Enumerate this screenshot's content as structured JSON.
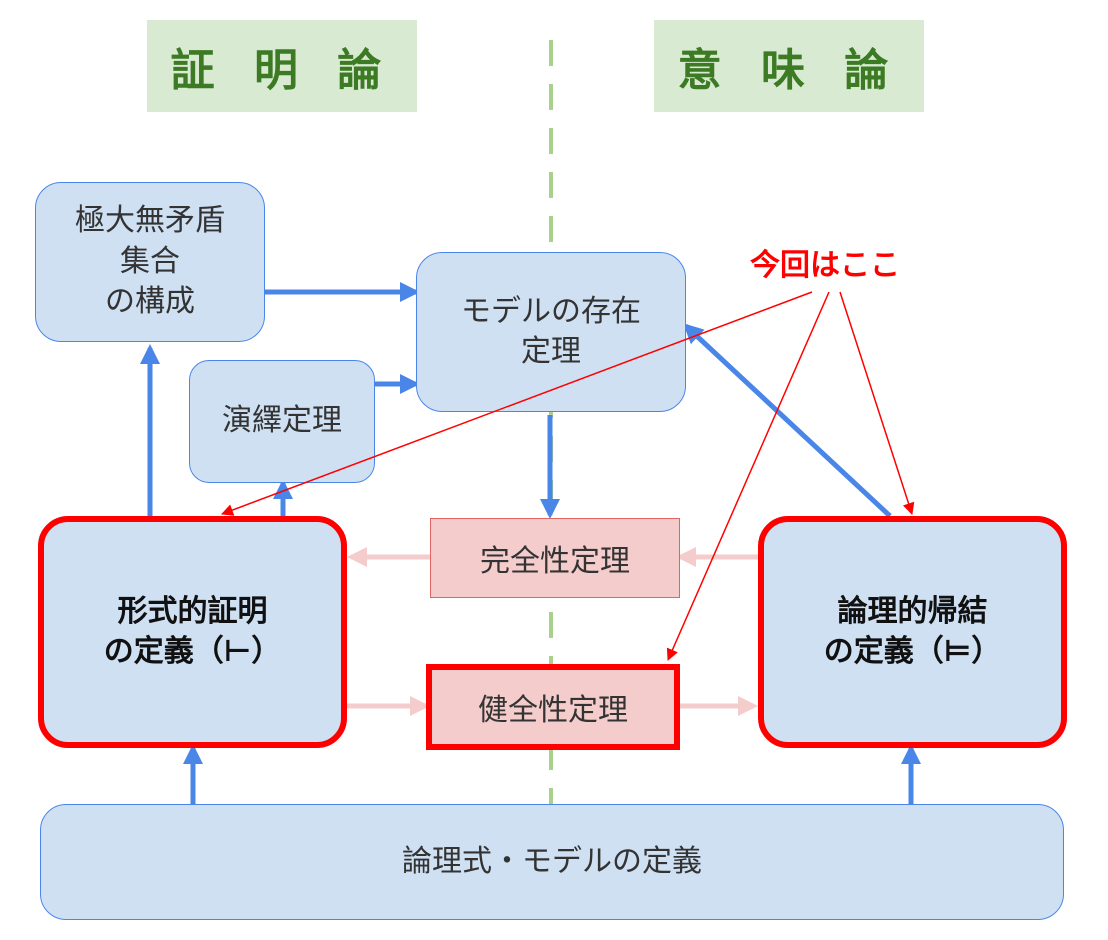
{
  "headers": {
    "proof_theory": "証 明 論",
    "semantics": "意 味 論"
  },
  "boxes": {
    "maximal_consistent": "極大無矛盾\n集合\nの構成",
    "model_existence": "モデルの存在\n定理",
    "deduction_theorem": "演繹定理",
    "formal_proof": "形式的証明\nの定義（⊢）",
    "logical_consequence": "論理的帰結\nの定義（⊨）",
    "completeness": "完全性定理",
    "soundness": "健全性定理",
    "formula_model_def": "論理式・モデルの定義"
  },
  "annotation": "今回はここ",
  "colors": {
    "header_bg": "#d9ead3",
    "header_text": "#3d7a24",
    "box_fill": "#cfe0f3",
    "box_border": "#4a86e8",
    "highlight": "#ff0000",
    "pink_fill": "#f4cccc",
    "pink_arrow": "#f4cccc",
    "divider": "#a9d18e"
  }
}
